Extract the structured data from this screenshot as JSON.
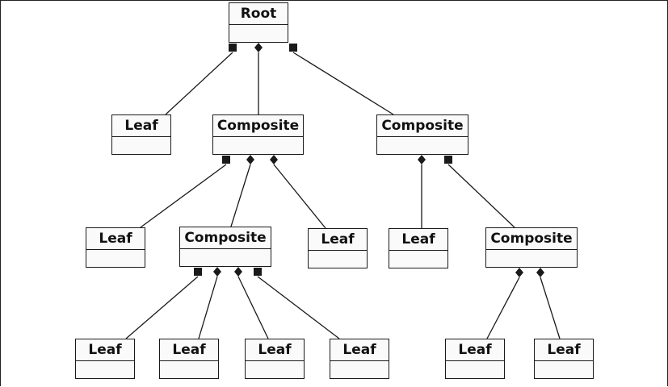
{
  "colors": {
    "line": "#1a1a1a",
    "box_fill": "#fafafa",
    "background": "#ffffff"
  },
  "diagram": {
    "type": "composite-pattern-tree",
    "nodes": [
      {
        "id": "root",
        "label": "Root"
      },
      {
        "id": "l1",
        "label": "Leaf"
      },
      {
        "id": "c1",
        "label": "Composite"
      },
      {
        "id": "c2",
        "label": "Composite"
      },
      {
        "id": "l2",
        "label": "Leaf"
      },
      {
        "id": "c3",
        "label": "Composite"
      },
      {
        "id": "l3",
        "label": "Leaf"
      },
      {
        "id": "l4",
        "label": "Leaf"
      },
      {
        "id": "c4",
        "label": "Composite"
      },
      {
        "id": "l5",
        "label": "Leaf"
      },
      {
        "id": "l6",
        "label": "Leaf"
      },
      {
        "id": "l7",
        "label": "Leaf"
      },
      {
        "id": "l8",
        "label": "Leaf"
      },
      {
        "id": "l9",
        "label": "Leaf"
      },
      {
        "id": "l10",
        "label": "Leaf"
      }
    ],
    "edges": [
      {
        "from": "root",
        "to": "l1",
        "marker": "square"
      },
      {
        "from": "root",
        "to": "c1",
        "marker": "diamond"
      },
      {
        "from": "root",
        "to": "c2",
        "marker": "square"
      },
      {
        "from": "c1",
        "to": "l2",
        "marker": "square"
      },
      {
        "from": "c1",
        "to": "c3",
        "marker": "diamond"
      },
      {
        "from": "c1",
        "to": "l3",
        "marker": "diamond"
      },
      {
        "from": "c2",
        "to": "l4",
        "marker": "diamond"
      },
      {
        "from": "c2",
        "to": "c4",
        "marker": "square"
      },
      {
        "from": "c3",
        "to": "l5",
        "marker": "square"
      },
      {
        "from": "c3",
        "to": "l6",
        "marker": "diamond"
      },
      {
        "from": "c3",
        "to": "l7",
        "marker": "diamond"
      },
      {
        "from": "c3",
        "to": "l8",
        "marker": "square"
      },
      {
        "from": "c4",
        "to": "l9",
        "marker": "diamond"
      },
      {
        "from": "c4",
        "to": "l10",
        "marker": "diamond"
      }
    ]
  }
}
